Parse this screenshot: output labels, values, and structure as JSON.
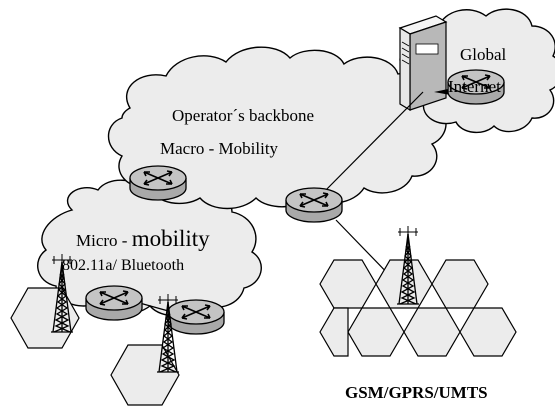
{
  "labels": {
    "global_line1": "Global",
    "global_line2": "Internet",
    "backbone_line1": "Operator´s  backbone",
    "backbone_line2": "Macro - Mobility",
    "micro_prefix": "Micro - ",
    "micro_big": "mobility",
    "micro_line2": "802.11a/ Bluetooth",
    "cellular": "GSM/GPRS/UMTS"
  },
  "icons": [
    "router-icon",
    "antenna-tower-icon",
    "server-icon",
    "hexagon-cell-icon"
  ],
  "colors": {
    "fill": "#ececec",
    "router": "#b5b5b5",
    "stroke": "#000000"
  }
}
